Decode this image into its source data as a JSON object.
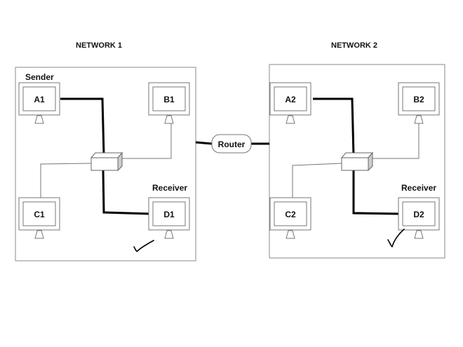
{
  "networks": [
    {
      "title": "NETWORK 1",
      "sender_label": "Sender",
      "receiver_label": "Receiver",
      "computers": [
        "A1",
        "B1",
        "C1",
        "D1"
      ],
      "sender": "A1",
      "receiver": "D1"
    },
    {
      "title": "NETWORK 2",
      "receiver_label": "Receiver",
      "computers": [
        "A2",
        "B2",
        "C2",
        "D2"
      ],
      "receiver": "D2"
    }
  ],
  "router": {
    "label": "Router"
  },
  "colors": {
    "line": "#000000",
    "thin_line": "#777777",
    "box": "#888888"
  }
}
